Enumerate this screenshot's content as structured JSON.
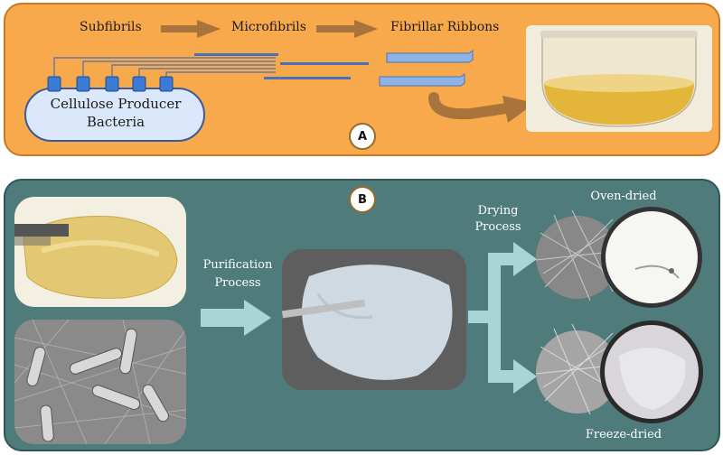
{
  "panel_a": {
    "stages": [
      "Subfibrils",
      "Microfibrils",
      "Fibrillar Ribbons"
    ],
    "producer_label": [
      "Cellulose Producer",
      "Bacteria"
    ],
    "badge": "A"
  },
  "panel_b": {
    "badge": "B",
    "purification_label": [
      "Purification",
      "Process"
    ],
    "drying_label": [
      "Drying",
      "Process"
    ],
    "oven_label": "Oven-dried",
    "freeze_label": "Freeze-dried"
  },
  "colors": {
    "panel_a_bg": "#f7a94c",
    "panel_b_bg": "#4f7b7b",
    "fibril_blue": "#4a72b8",
    "arrow_brown": "#a8743c",
    "arrow_light": "#a8d6d4"
  }
}
